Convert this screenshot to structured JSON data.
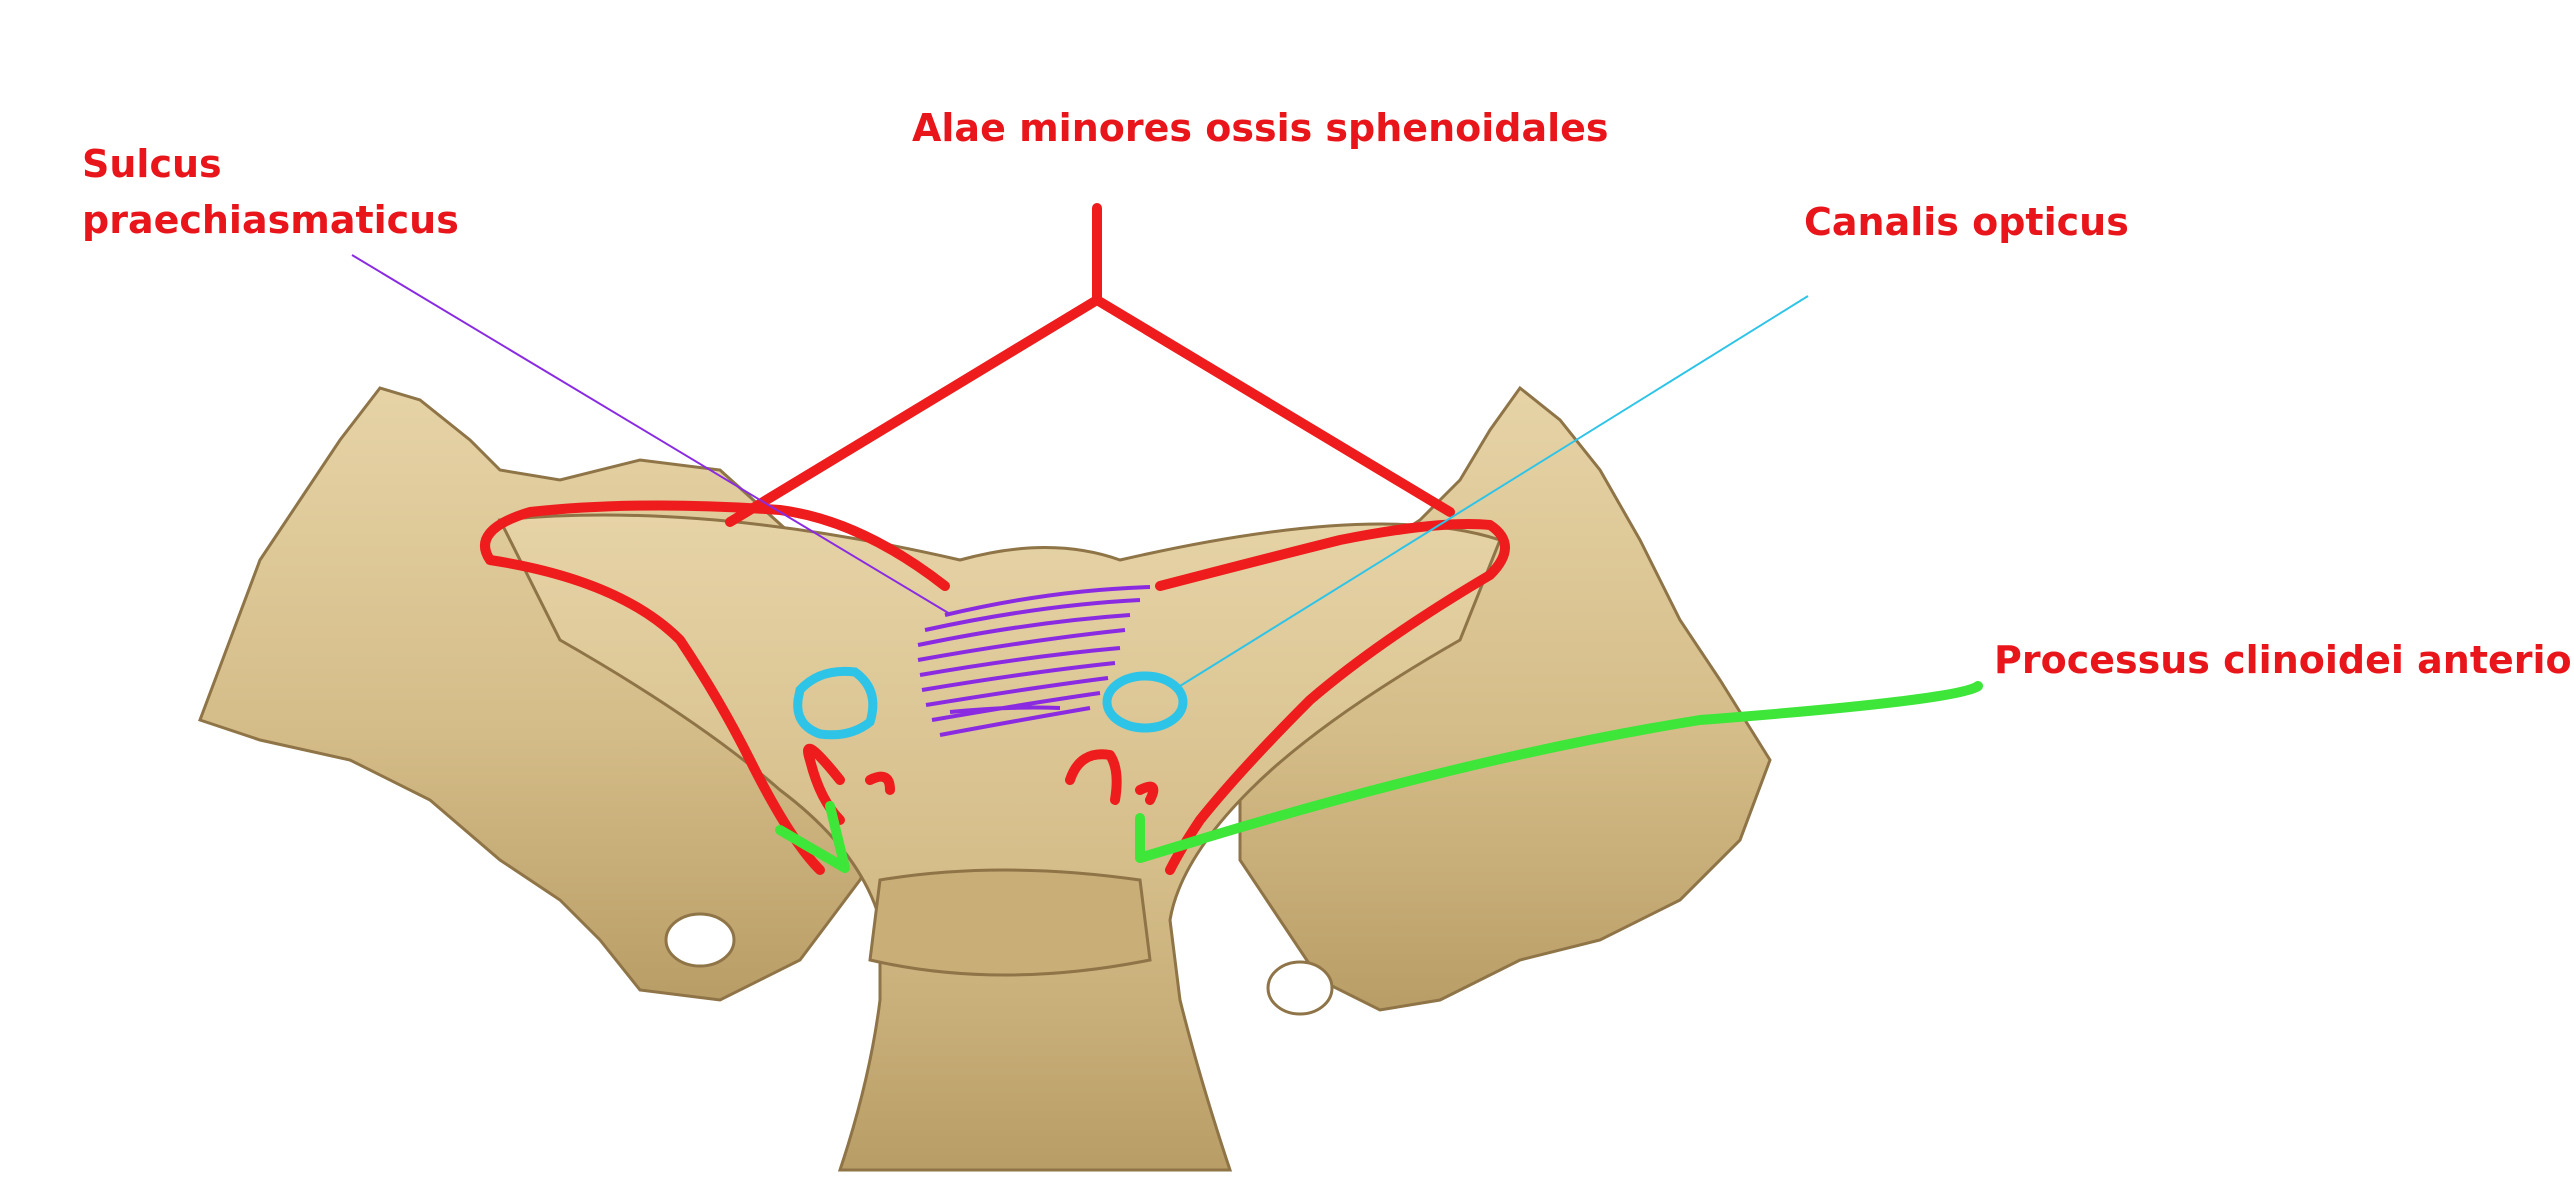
{
  "labels": {
    "alae_minores": "Alae minores ossis sphenoidales",
    "sulcus_line1": "Sulcus",
    "sulcus_line2": "praechiasmaticus",
    "canalis_opticus": "Canalis opticus",
    "processus": "Processus clinoidei anteriores"
  },
  "colors": {
    "label_text": "#e8161b",
    "alae_outline": "#ee1c1c",
    "sulcus_marker": "#8a2be2",
    "canalis_marker": "#2ec4e8",
    "processus_marker": "#3ee63a",
    "bone_fill": "#d8c291",
    "bone_shade": "#a98d58",
    "background": "#ffffff"
  },
  "icons": {
    "illustration": "sphenoid-bone-superior-view"
  }
}
